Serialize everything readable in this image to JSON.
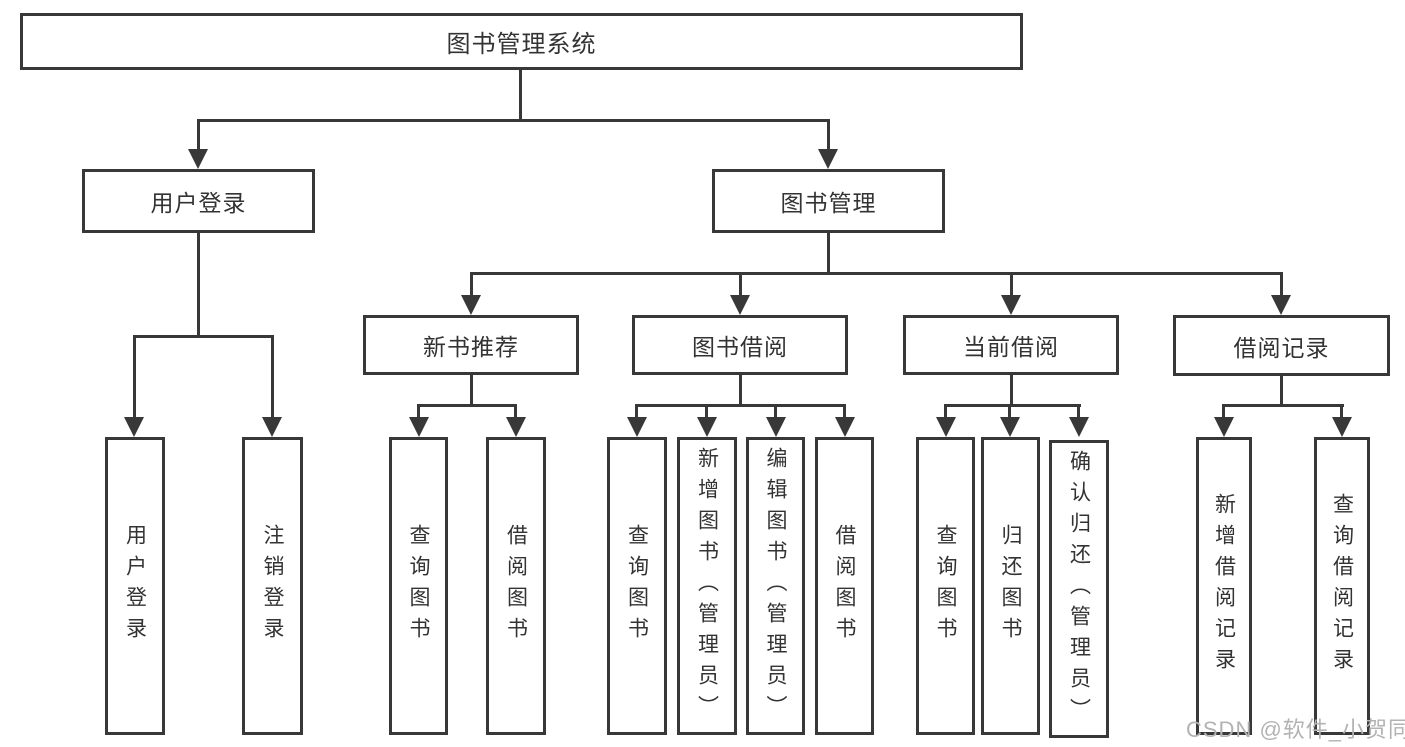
{
  "tree": {
    "label": "图书管理系统",
    "children": [
      {
        "label": "用户登录",
        "children": [
          {
            "label": "用户登录"
          },
          {
            "label": "注销登录"
          }
        ]
      },
      {
        "label": "图书管理",
        "children": [
          {
            "label": "新书推荐",
            "children": [
              {
                "label": "查询图书"
              },
              {
                "label": "借阅图书"
              }
            ]
          },
          {
            "label": "图书借阅",
            "children": [
              {
                "label": "查询图书"
              },
              {
                "label": "新增图书（管理员）"
              },
              {
                "label": "编辑图书（管理员）"
              },
              {
                "label": "借阅图书"
              }
            ]
          },
          {
            "label": "当前借阅",
            "children": [
              {
                "label": "查询图书"
              },
              {
                "label": "归还图书"
              },
              {
                "label": "确认归还（管理员）"
              }
            ]
          },
          {
            "label": "借阅记录",
            "children": [
              {
                "label": "新增借阅记录"
              },
              {
                "label": "查询借阅记录"
              }
            ]
          }
        ]
      }
    ]
  },
  "watermark": {
    "text": "CSDN @软件_小贺同学"
  },
  "colors": {
    "line": "#383838",
    "box_border": "#383838",
    "text": "#333333",
    "watermark": "#b3b3b3",
    "background": "#ffffff"
  }
}
